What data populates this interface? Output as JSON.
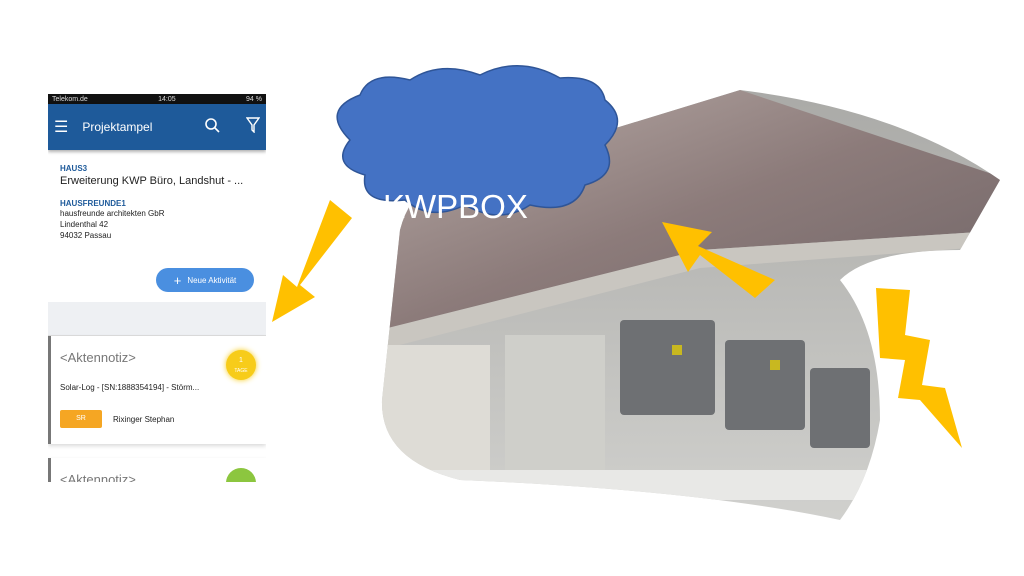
{
  "status": {
    "carrier": "Telekom.de",
    "time": "14:05",
    "battery": "94 %"
  },
  "appbar": {
    "title": "Projektampel",
    "menu_icon": "hamburger-icon",
    "search_icon": "search-icon",
    "filter_icon": "filter-icon"
  },
  "project": {
    "code": "HAUS3",
    "name": "Erweiterung KWP Büro, Landshut - ...",
    "client_code": "HAUSFREUNDE1",
    "client_name": "hausfreunde architekten GbR",
    "street": "Lindenthal 42",
    "city": "94032 Passau"
  },
  "fab": {
    "label": "Neue Aktivität",
    "icon": "+"
  },
  "cards": [
    {
      "title": "<Aktennotiz>",
      "badge_num": "1",
      "badge_unit": "TAGE",
      "badge_color": "#f7cc1a",
      "subject": "Solar-Log - [SN:1888354194] - Störm...",
      "initials": "SR",
      "person": "Rixinger Stephan"
    },
    {
      "title": "<Aktennotiz>",
      "badge_color": "#8cc63f"
    }
  ],
  "cloud": {
    "label": "KWPBOX",
    "color": "#4472c4"
  },
  "accent": "#ffc000"
}
